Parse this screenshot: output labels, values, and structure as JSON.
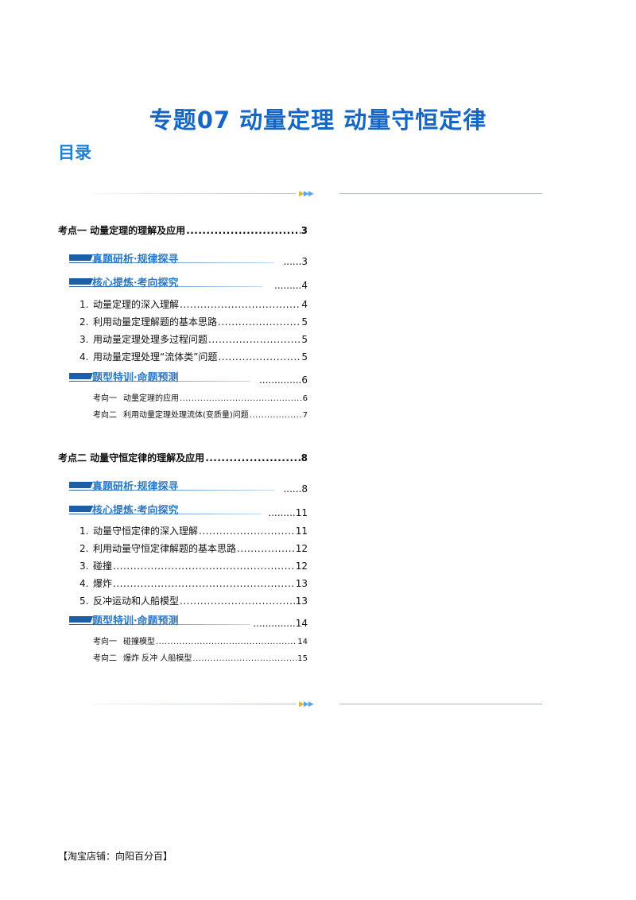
{
  "title": "专题07  动量定理  动量守恒定律",
  "toc_heading": "目录",
  "sections": [
    {
      "heading": {
        "label": "考点一  动量定理的理解及应用",
        "page": "3"
      },
      "banner1": {
        "label": "真题研析·规律探寻",
        "page": "3"
      },
      "banner2": {
        "label": "核心提炼·考向探究",
        "page": "4"
      },
      "items": [
        {
          "num": "1.",
          "label": "动量定理的深入理解",
          "page": "4"
        },
        {
          "num": "2.",
          "label": "利用动量定理解题的基本思路",
          "page": "5"
        },
        {
          "num": "3.",
          "label": "用动量定理处理多过程问题",
          "page": "5"
        },
        {
          "num": "4.",
          "label": "用动量定理处理“流体类”问题",
          "page": "5"
        }
      ],
      "banner3": {
        "label": "题型特训·命题预测",
        "page": "6"
      },
      "subitems": [
        {
          "tag": "考向一",
          "label": "动量定理的应用",
          "page": "6"
        },
        {
          "tag": "考向二",
          "label": "利用动量定理处理流体(变质量)问题",
          "page": "7"
        }
      ]
    },
    {
      "heading": {
        "label": "考点二  动量守恒定律的理解及应用",
        "page": "8"
      },
      "banner1": {
        "label": "真题研析·规律探寻",
        "page": "8"
      },
      "banner2": {
        "label": "核心提炼·考向探究",
        "page": "11"
      },
      "items": [
        {
          "num": "1.",
          "label": "动量守恒定律的深入理解",
          "page": "11"
        },
        {
          "num": "2.",
          "label": "利用动量守恒定律解题的基本思路",
          "page": "12"
        },
        {
          "num": "3.",
          "label": "碰撞",
          "page": "12"
        },
        {
          "num": "4.",
          "label": "爆炸",
          "page": "13"
        },
        {
          "num": "5.",
          "label": "反冲运动和人船模型",
          "page": "13"
        }
      ],
      "banner3": {
        "label": "题型特训·命题预测",
        "page": "14"
      },
      "subitems": [
        {
          "tag": "考向一",
          "label": "碰撞模型",
          "page": "14"
        },
        {
          "tag": "考向二",
          "label": "爆炸  反冲  人船模型",
          "page": "15"
        }
      ]
    }
  ],
  "footer": "【淘宝店铺：向阳百分百】",
  "colors": {
    "title": "#1467c6",
    "heading": "#1c7fd6",
    "banner_bar": "#1b5fa8",
    "banner_text": "#2a79c8"
  }
}
